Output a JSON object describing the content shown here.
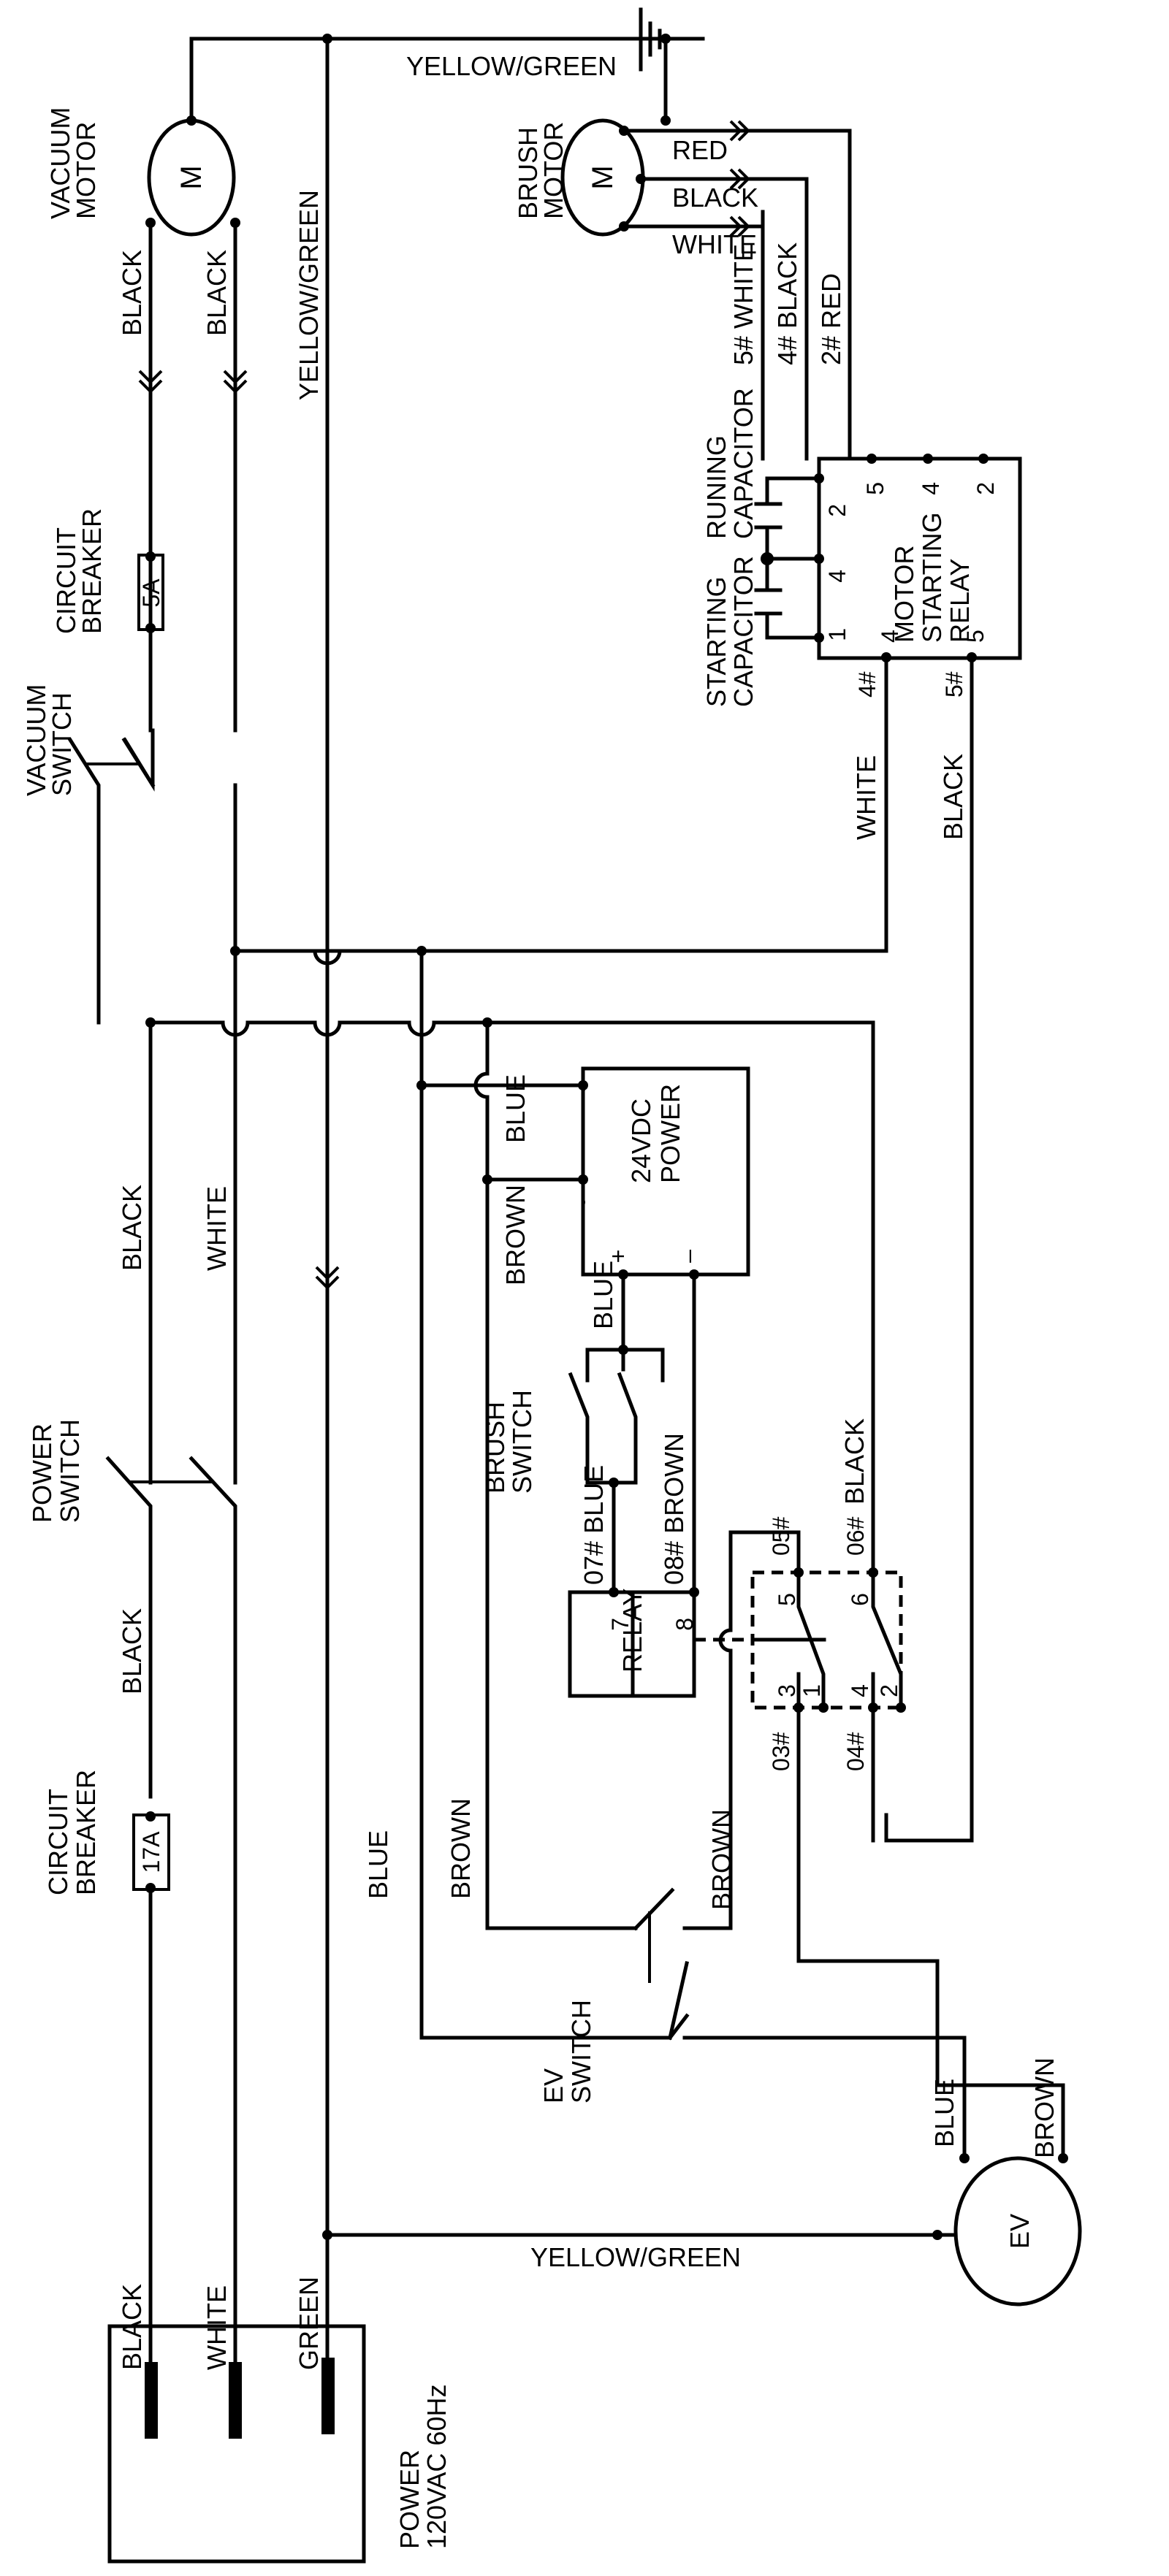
{
  "diagram": {
    "title": "",
    "background": "#ffffff",
    "line_color": "#000000"
  },
  "components": {
    "vacuum_motor": {
      "name": "VACUUM MOTOR",
      "line1": "VACUUM",
      "line2": "MOTOR",
      "symbol": "M"
    },
    "brush_motor": {
      "name": "BRUSH MOTOR",
      "line1": "BRUSH",
      "line2": "MOTOR",
      "symbol": "M"
    },
    "ev_motor": {
      "symbol": "EV"
    },
    "breaker_vacuum": {
      "line1": "CIRCUIT",
      "line2": "BREAKER",
      "rating": "5A"
    },
    "breaker_main": {
      "line1": "CIRCUIT",
      "line2": "BREAKER",
      "rating": "17A"
    },
    "vacuum_switch": {
      "line1": "VACUUM",
      "line2": "SWITCH"
    },
    "power_switch": {
      "line1": "POWER",
      "line2": "SWITCH"
    },
    "brush_switch": {
      "line1": "BRUSH",
      "line2": "SWITCH"
    },
    "ev_switch": {
      "line1": "EV",
      "line2": "SWITCH"
    },
    "power_supply": {
      "line1": "24VDC",
      "line2": "POWER",
      "ac1": "~",
      "ac2": "~",
      "plus": "+",
      "minus": "–"
    },
    "relay": {
      "label": "RELAY",
      "pin7": "7",
      "pin8": "8"
    },
    "motor_starting_relay": {
      "line1": "MOTOR",
      "line2": "STARTING",
      "line3": "RELAY",
      "top_pins": [
        "5",
        "4",
        "2"
      ],
      "left_pins": [
        "2",
        "4",
        "1"
      ],
      "bottom_pins": [
        "4",
        "5"
      ]
    },
    "running_capacitor": {
      "line1": "RUNING",
      "line2": "CAPACITOR"
    },
    "starting_capacitor": {
      "line1": "STARTING",
      "line2": "CAPACITOR"
    },
    "relay_contacts": {
      "pins": [
        "5",
        "6",
        "3",
        "1",
        "4",
        "2"
      ]
    },
    "power_plug": {
      "line1": "POWER",
      "line2": "120VAC 60Hz"
    }
  },
  "wire_labels": {
    "ground_top": "YELLOW/GREEN",
    "ground_vertical": "YELLOW/GREEN",
    "ground_ev": "YELLOW/GREEN",
    "vac_black_1": "BLACK",
    "vac_black_2": "BLACK",
    "brush_red": "RED",
    "brush_black": "BLACK",
    "brush_white": "WHITE",
    "msr_5_white": "5# WHITE",
    "msr_4_black": "4# BLACK",
    "msr_2_red": "2# RED",
    "msr_out_4": "4#",
    "msr_out_5": "5#",
    "msr_white": "WHITE",
    "msr_black": "BLACK",
    "main_black": "BLACK",
    "main_white": "WHITE",
    "psu_blue": "BLUE",
    "psu_brown": "BROWN",
    "psu_plus_blue": "BLUE",
    "relay_07": "07# BLUE",
    "relay_08": "08# BROWN",
    "contact_05": "05#",
    "contact_06": "06#",
    "contact_06_black": "BLACK",
    "contact_03": "03#",
    "contact_04": "04#",
    "ps_black": "BLACK",
    "ev_blue_left": "BLUE",
    "ev_brown_left": "BROWN",
    "ev_brown_right": "BROWN",
    "ev_blue": "BLUE",
    "ev_brown": "BROWN",
    "plug_black": "BLACK",
    "plug_white": "WHITE",
    "plug_green": "GREEN"
  }
}
